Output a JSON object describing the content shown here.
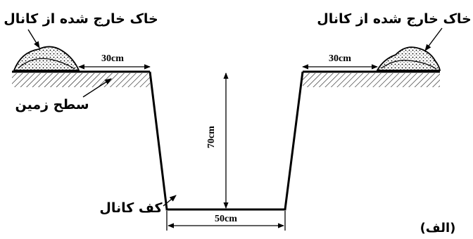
{
  "labels": {
    "spoil_left": "خاک خارج شده از کانال",
    "spoil_right": "خاک خارج شده از کانال",
    "ground_surface": "سطح زمین",
    "channel_floor": "کف کانال",
    "figure_tag": "(الف)"
  },
  "dimensions": {
    "offset_left": "30cm",
    "offset_right": "30cm",
    "depth": "70cm",
    "bottom_width": "50cm"
  },
  "colors": {
    "ink": "#000000",
    "background": "#ffffff"
  }
}
